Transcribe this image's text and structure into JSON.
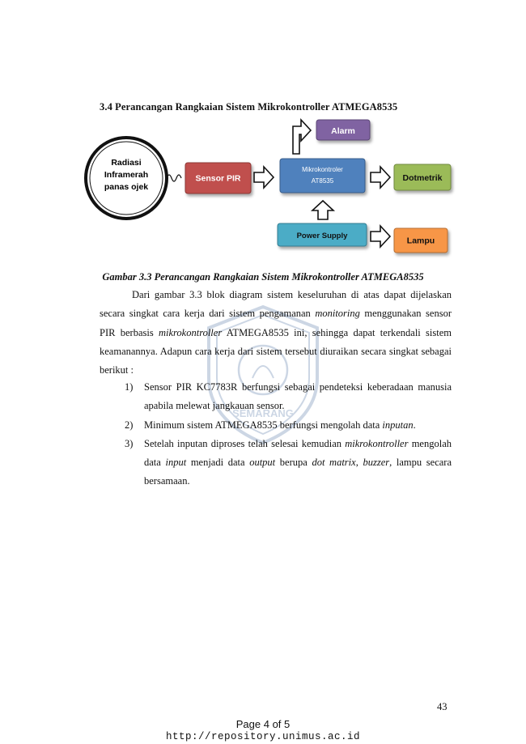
{
  "heading": "3.4  Perancangan Rangkaian Sistem Mikrokontroller ATMEGA8535",
  "diagram": {
    "circle_lines": [
      "Radiasi",
      "Inframerah",
      "panas ojek"
    ],
    "sensor": "Sensor PIR",
    "micro_lines": [
      "Mikrokontroler",
      "AT8535"
    ],
    "alarm": "Alarm",
    "dotmetrik": "Dotmetrik",
    "power": "Power Supply",
    "lampu": "Lampu",
    "colors": {
      "sensor": "#c0504d",
      "micro": "#4f81bd",
      "alarm": "#8064a2",
      "dotmetrik": "#9bbb59",
      "power": "#4bacc6",
      "lampu": "#f79646"
    }
  },
  "caption": "Gambar 3.3 Perancangan Rangkaian Sistem Mikrokontroller ATMEGA8535",
  "paragraph": {
    "p1": "Dari gambar 3.3 blok diagram sistem keseluruhan di atas dapat dijelaskan secara singkat cara kerja dari sistem pengamanan ",
    "p1_it": "monitoring",
    "p2": " menggunakan sensor PIR berbasis ",
    "p2_it": "mikrokontroller",
    "p3": " ATMEGA8535 ini, sehingga dapat terkendali sistem keamanannya. Adapun cara kerja dari sistem tersebut diuraikan secara singkat sebagai berikut :"
  },
  "list": [
    {
      "num": "1)",
      "text": "Sensor PIR KC7783R berfungsi sebagai pendeteksi keberadaan manusia apabila melewat jangkauan sensor."
    },
    {
      "num": "2)",
      "text": "Minimum sistem ATMEGA8535 berfungsi mengolah data ",
      "it": "inputan",
      "tail": "."
    },
    {
      "num": "3)",
      "t1": "Setelah inputan diproses telah selesai kemudian ",
      "i1": "mikrokontroller",
      "t2": " mengolah data ",
      "i2": "input",
      "t3": " menjadi data ",
      "i3": "output",
      "t4": " berupa ",
      "i4": "dot matrix",
      "t5": ", ",
      "i5": "buzzer",
      "t6": ", lampu secara bersamaan."
    }
  ],
  "watermark_text": "SEMARANG",
  "page_number": "43",
  "footer": {
    "page_of": "Page 4 of 5",
    "url": "http://repository.unimus.ac.id"
  }
}
